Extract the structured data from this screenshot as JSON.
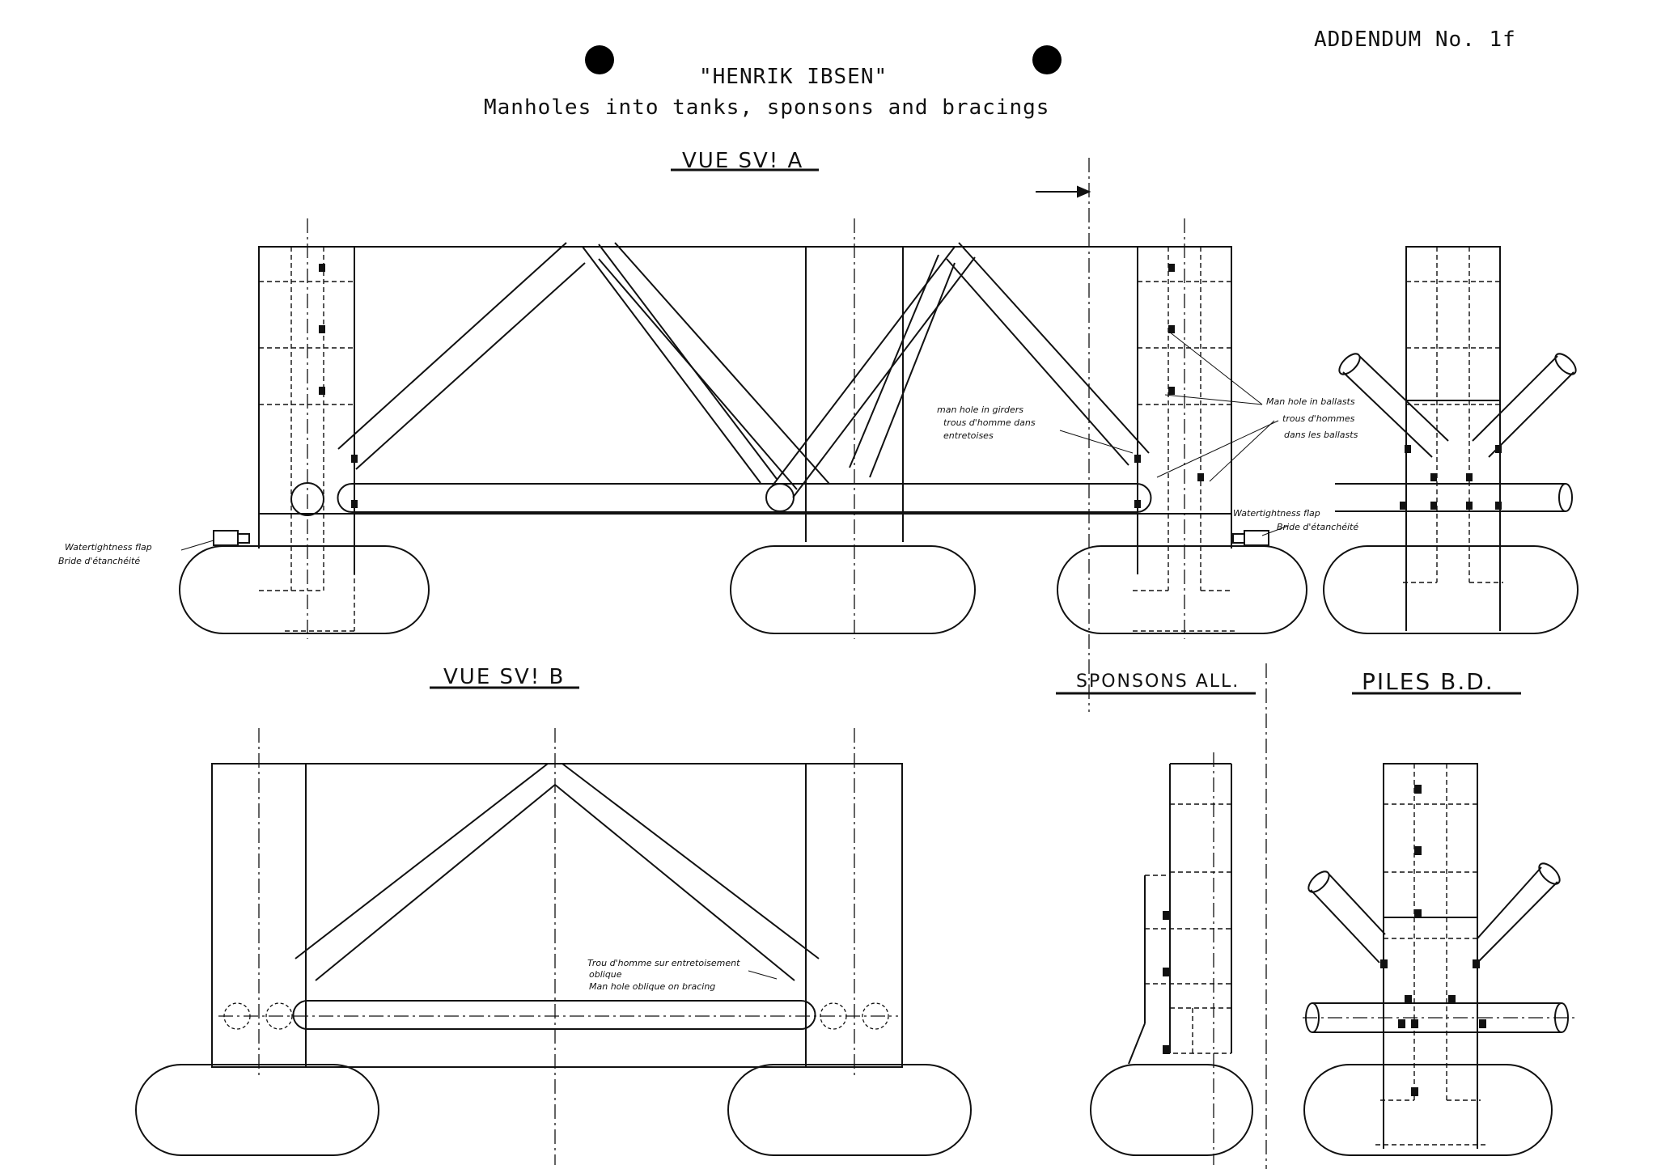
{
  "sheet": {
    "addendum": "ADDENDUM No. 1f",
    "title": "\"HENRIK IBSEN\"",
    "subtitle": "Manholes into tanks, sponsons and bracings"
  },
  "views": {
    "view_a": "VUE SV! A",
    "view_b": "VUE SV! B",
    "sponsons": "SPONSONS ALL.",
    "piles": "PILES B.D."
  },
  "annotations": {
    "girders_en": "man hole in girders",
    "girders_fr_1": "trous d'homme dans",
    "girders_fr_2": "entretoises",
    "ballast_en": "Man hole in ballasts",
    "ballast_fr_1": "trous d'hommes",
    "ballast_fr_2": "dans les ballasts",
    "flap_left_en": "Watertightness flap",
    "flap_left_fr": "Bride d'étanchéité",
    "flap_right_en": "Watertightness flap",
    "flap_right_fr": "Bride d'étanchéité",
    "bracing_fr_1": "Trou d'homme sur entretoisement",
    "bracing_fr_2": "oblique",
    "bracing_en": "Man hole oblique on bracing"
  }
}
